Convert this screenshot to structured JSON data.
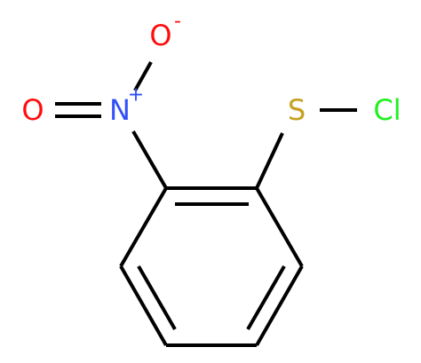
{
  "molecule": {
    "atoms": {
      "o_minus": {
        "symbol": "O",
        "charge": "-",
        "color": "#ff0d0d"
      },
      "o_double": {
        "symbol": "O",
        "color": "#ff0d0d"
      },
      "n": {
        "symbol": "N",
        "charge": "+",
        "color": "#3050f8"
      },
      "s": {
        "symbol": "S",
        "color": "#c6a11f"
      },
      "cl": {
        "symbol": "Cl",
        "color": "#1ff01f"
      }
    },
    "bond_color": "#000000"
  }
}
